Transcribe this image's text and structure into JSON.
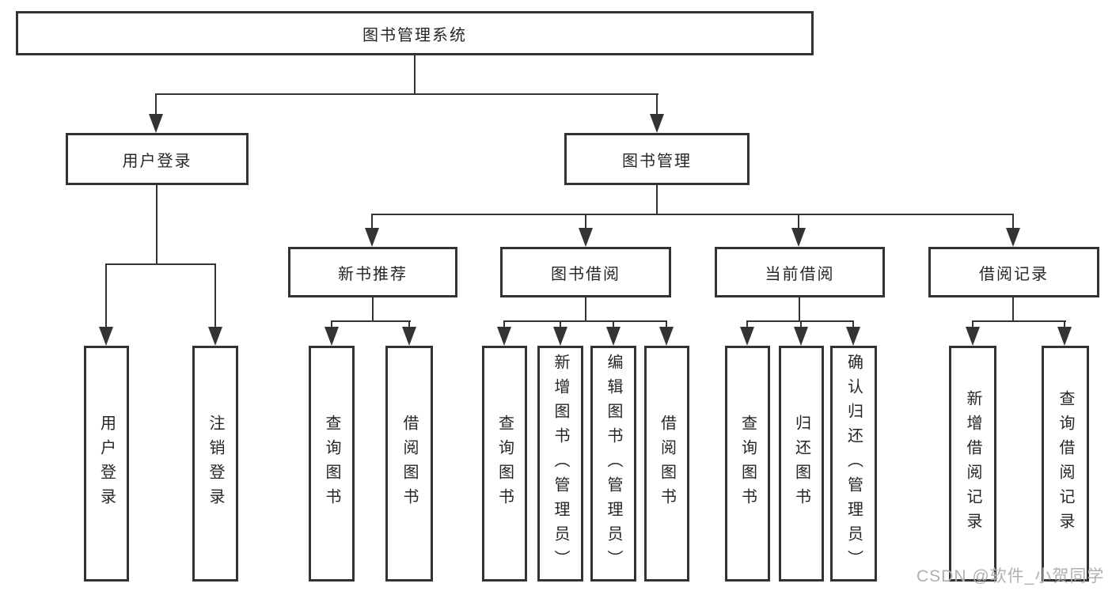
{
  "diagram_title": "图书管理系统",
  "colors": {
    "line": "#333333",
    "text": "#262626",
    "background": "#ffffff",
    "watermark": "#b0b0b0"
  },
  "nodes": {
    "root": "图书管理系统",
    "user_login": "用户登录",
    "book_mgmt": "图书管理",
    "leaf_user_login": "用户登录",
    "leaf_logout": "注销登录",
    "new_book": "新书推荐",
    "borrow": "图书借阅",
    "current": "当前借阅",
    "record": "借阅记录",
    "nb_query": "查询图书",
    "nb_borrow": "借阅图书",
    "bb_query": "查询图书",
    "bb_add": "新增图书（管理员）",
    "bb_edit": "编辑图书（管理员）",
    "bb_borrow": "借阅图书",
    "cb_query": "查询图书",
    "cb_return": "归还图书",
    "cb_confirm": "确认归还（管理员）",
    "rec_add": "新增借阅记录",
    "rec_query": "查询借阅记录"
  },
  "watermark": "CSDN @软件_小贺同学"
}
